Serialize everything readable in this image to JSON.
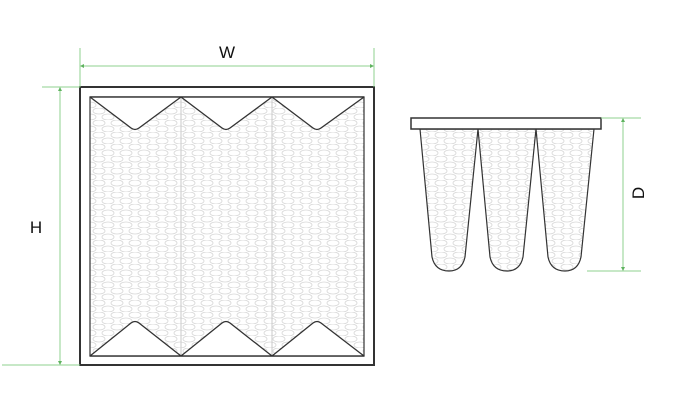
{
  "diagram": {
    "subject": "pocket bag air filter",
    "views": [
      {
        "name": "front-view",
        "pockets": 3
      },
      {
        "name": "side-view",
        "pockets": 3
      }
    ],
    "dimensions": {
      "width_label": "W",
      "height_label": "H",
      "depth_label": "D"
    },
    "colors": {
      "outline": "#333333",
      "dimension_line": "#8fd18f",
      "media_pattern": "#d6d6d6",
      "background": "#ffffff"
    }
  }
}
